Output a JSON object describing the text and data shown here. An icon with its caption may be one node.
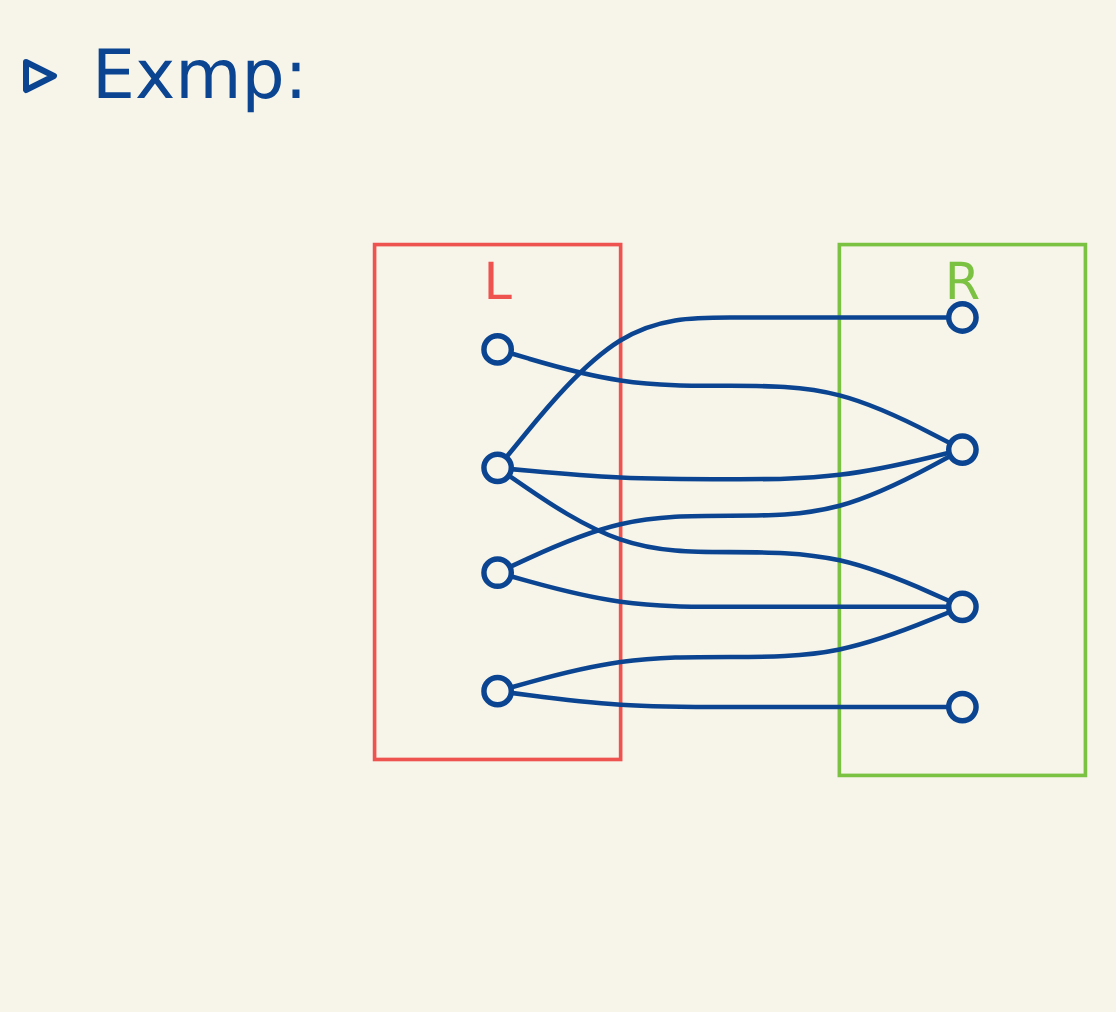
{
  "diagram": {
    "title": "Exmp:",
    "nodes": [
      {
        "text": [
          "L"
        ]
      },
      {
        "text": [],
        "shape": "circle",
        "in": 0
      },
      {
        "text": [],
        "shape": "circle",
        "in": 0
      },
      {
        "text": [],
        "shape": "circle",
        "in": 0
      },
      {
        "text": [],
        "shape": "circle",
        "in": 0
      },
      {
        "text": [
          "R"
        ]
      },
      {
        "text": [],
        "shape": "circle",
        "in": 5
      },
      {
        "text": [],
        "shape": "circle",
        "in": 5
      },
      {
        "text": [],
        "shape": "circle",
        "in": 5
      },
      {
        "text": [],
        "shape": "circle",
        "in": 5
      }
    ],
    "edges": [
      {
        "from": 1,
        "to": 7,
        "arrow": "none"
      },
      {
        "from": 2,
        "to": 6,
        "arrow": "none"
      },
      {
        "from": 2,
        "to": 7,
        "arrow": "none"
      },
      {
        "from": 2,
        "to": 8,
        "arrow": "none"
      },
      {
        "from": 3,
        "to": 7,
        "arrow": "none"
      },
      {
        "from": 3,
        "to": 8,
        "arrow": "none"
      },
      {
        "from": 4,
        "to": 8,
        "arrow": "none"
      },
      {
        "from": 4,
        "to": 9,
        "arrow": "none"
      }
    ]
  }
}
